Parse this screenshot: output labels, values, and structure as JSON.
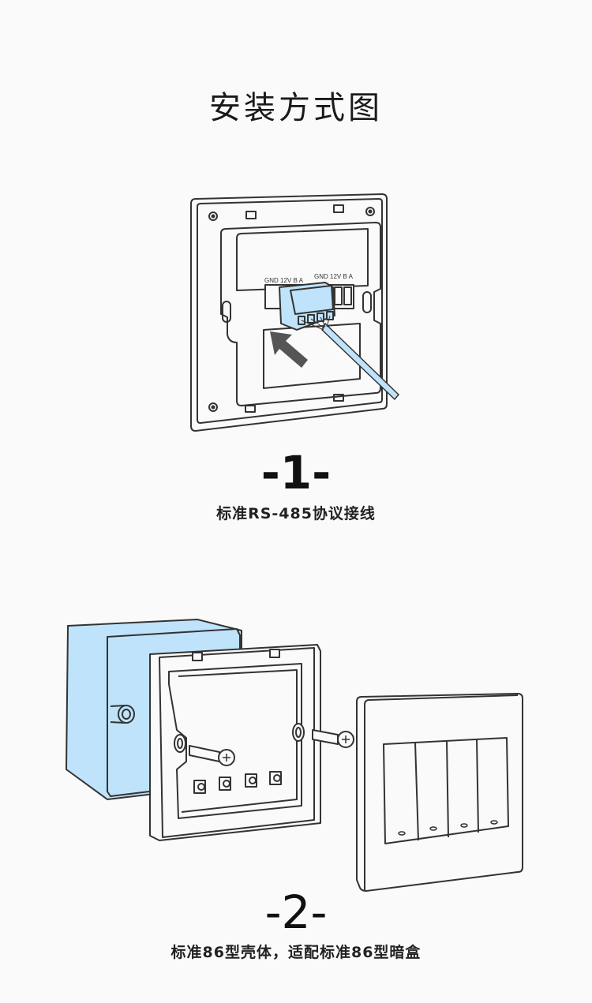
{
  "page": {
    "title": "安装方式图",
    "background": "#fafafa",
    "accent_blue": "#bfe3fb",
    "line_color": "#333333",
    "arrow_color": "#555555"
  },
  "steps": [
    {
      "number": "-1-",
      "caption": "标准RS-485协议接线",
      "illustration": {
        "description": "back-panel-wiring",
        "terminal_labels": [
          "GND 12V B A",
          "GND 12V B A"
        ]
      }
    },
    {
      "number": "-2-",
      "caption": "标准86型壳体，适配标准86型暗盒",
      "illustration": {
        "description": "wall-box-mounting",
        "switch_gangs": 4
      }
    }
  ]
}
